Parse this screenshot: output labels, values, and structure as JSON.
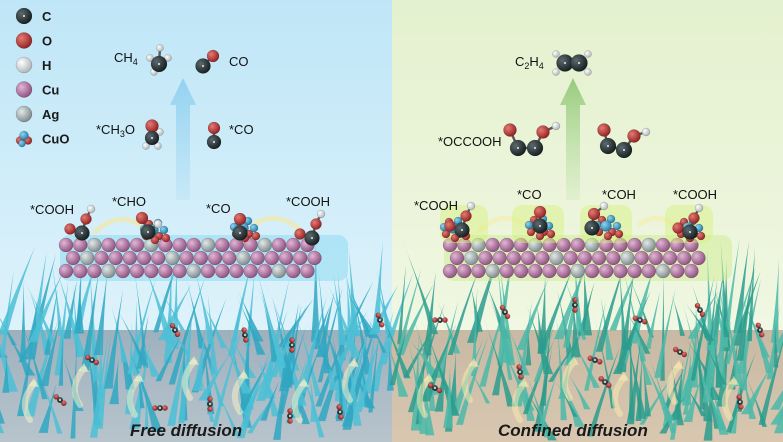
{
  "legend": {
    "items": [
      {
        "label": "C",
        "color": "#1f2a2c"
      },
      {
        "label": "O",
        "color": "#b83a3a"
      },
      {
        "label": "H",
        "color": "#d6dbdc"
      },
      {
        "label": "Cu",
        "color": "#b77aa8"
      },
      {
        "label": "Ag",
        "color": "#9aa6a8"
      },
      {
        "label": "CuO",
        "color": "#3a9bc4"
      }
    ]
  },
  "left_panel": {
    "title": "Free diffusion",
    "product_top": "CH",
    "product_top_sub": "4",
    "product_top_right": "CO",
    "intermediate_left": "*CH",
    "intermediate_left_sub": "3",
    "intermediate_left_tail": "O",
    "intermediate_right": "*CO",
    "surface_labels": [
      "*COOH",
      "*CHO",
      "*CO",
      "*COOH"
    ],
    "bg_color": "#cfeaf6"
  },
  "right_panel": {
    "title": "Confined diffusion",
    "product_top": "C",
    "product_top_sub": "2",
    "product_top_mid": "H",
    "product_top_sub2": "4",
    "intermediate": "*OCCOOH",
    "surface_labels": [
      "*COOH",
      "*CO",
      "*COH",
      "*COOH"
    ],
    "bg_color": "#eaf3d8"
  }
}
